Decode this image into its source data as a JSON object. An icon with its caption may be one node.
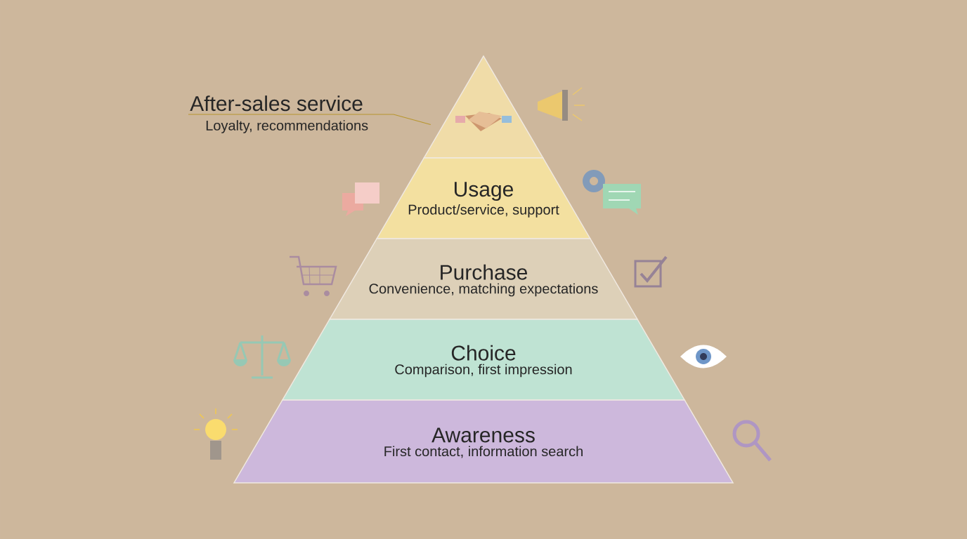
{
  "diagram": {
    "nodes": [
      {
        "text": [
          "After-sales service",
          "Loyalty, recommendations"
        ]
      },
      {
        "text": [],
        "shape": "picture"
      },
      {
        "text": [
          "Usage",
          "Product/service, support"
        ]
      },
      {
        "text": [
          "Purchase",
          "Convenience, matching expectations"
        ]
      },
      {
        "text": [
          "Choice",
          "Comparison, first impression"
        ]
      },
      {
        "text": [
          "Awareness",
          "First contact, information search"
        ]
      }
    ],
    "edges": [
      {
        "from": 0,
        "to": 1,
        "arrow": "none"
      }
    ]
  }
}
